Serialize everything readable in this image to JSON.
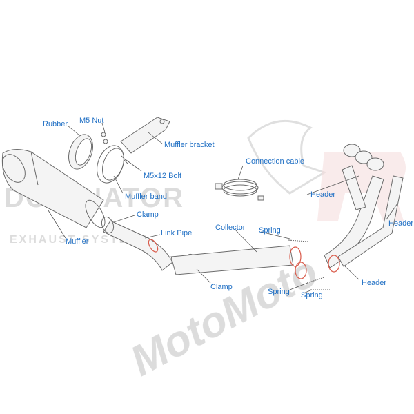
{
  "labels": {
    "rubber": "Rubber",
    "m5_nut": "M5 Nut",
    "muffler_bracket": "Muffler bracket",
    "connection_cable": "Connection cable",
    "m5x12_bolt": "M5x12 Bolt",
    "muffler_band": "Muffler band",
    "header_top": "Header",
    "header_right": "Header",
    "clamp_top": "Clamp",
    "link_pipe": "Link Pipe",
    "collector": "Collector",
    "spring_top": "Spring",
    "muffler": "Muffler",
    "header_bottom": "Header",
    "clamp_bottom": "Clamp",
    "spring_left": "Spring",
    "spring_right": "Spring"
  },
  "watermark": {
    "brand": "DOMINATOR",
    "tagline": "EXHAUST SYSTEMS",
    "maker": "MotoMoto"
  },
  "colors": {
    "label": "#1f6fc4",
    "accent_ring": "#d95a4a",
    "watermark": "#d9d9d9",
    "outline": "#6a6a6a"
  }
}
